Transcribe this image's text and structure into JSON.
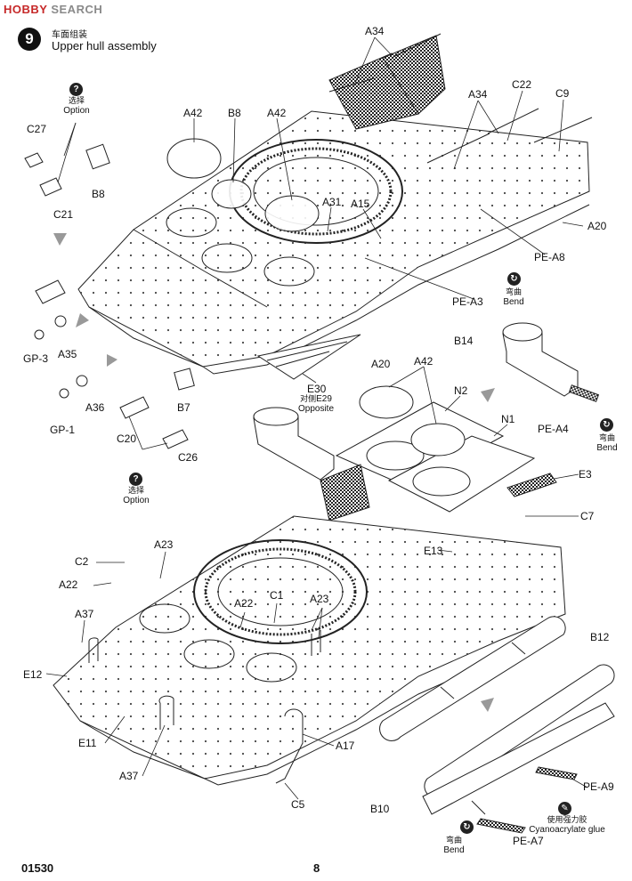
{
  "watermark": {
    "brand_red": "HOBBY",
    "brand_grey": "SEARCH"
  },
  "step": {
    "number": "9",
    "title_cn": "车面组装",
    "title_en": "Upper hull assembly"
  },
  "footer": {
    "code": "01530",
    "page": "8"
  },
  "notes": {
    "option_top": {
      "cn": "选择",
      "en": "Option",
      "symbol": "?"
    },
    "option_bottom": {
      "cn": "选择",
      "en": "Option",
      "symbol": "?"
    },
    "bend_1": {
      "cn": "弯曲",
      "en": "Bend"
    },
    "bend_2": {
      "cn": "弯曲",
      "en": "Bend"
    },
    "bend_3": {
      "cn": "弯曲",
      "en": "Bend"
    },
    "opposite": {
      "cn": "对侧",
      "en_part": "E29",
      "en": "Opposite"
    },
    "glue": {
      "cn": "使用强力胶",
      "en": "Cyanoacrylate glue"
    }
  },
  "labels": {
    "A34_top": "A34",
    "A34_mid": "A34",
    "C22": "C22",
    "C9": "C9",
    "A42_l": "A42",
    "B8_top": "B8",
    "A42_m": "A42",
    "C27": "C27",
    "C21": "C21",
    "B8_side": "B8",
    "A31": "A31",
    "A15": "A15",
    "A20_r": "A20",
    "PE_A8": "PE-A8",
    "PE_A3": "PE-A3",
    "B14": "B14",
    "A20_c": "A20",
    "GP_3": "GP-3",
    "A35": "A35",
    "A36": "A36",
    "B7": "B7",
    "E30": "E30",
    "GP_1": "GP-1",
    "C20": "C20",
    "C26": "C26",
    "A42_b": "A42",
    "N2": "N2",
    "N1": "N1",
    "PE_A4": "PE-A4",
    "E3": "E3",
    "C7": "C7",
    "E13": "E13",
    "C2": "C2",
    "A23_l": "A23",
    "A22_l": "A22",
    "C1": "C1",
    "A22_m": "A22",
    "A23_m": "A23",
    "A37_t": "A37",
    "E12": "E12",
    "E11": "E11",
    "A37_b": "A37",
    "A17": "A17",
    "C5": "C5",
    "B12": "B12",
    "PE_A9": "PE-A9",
    "B10": "B10",
    "PE_A7": "PE-A7"
  }
}
